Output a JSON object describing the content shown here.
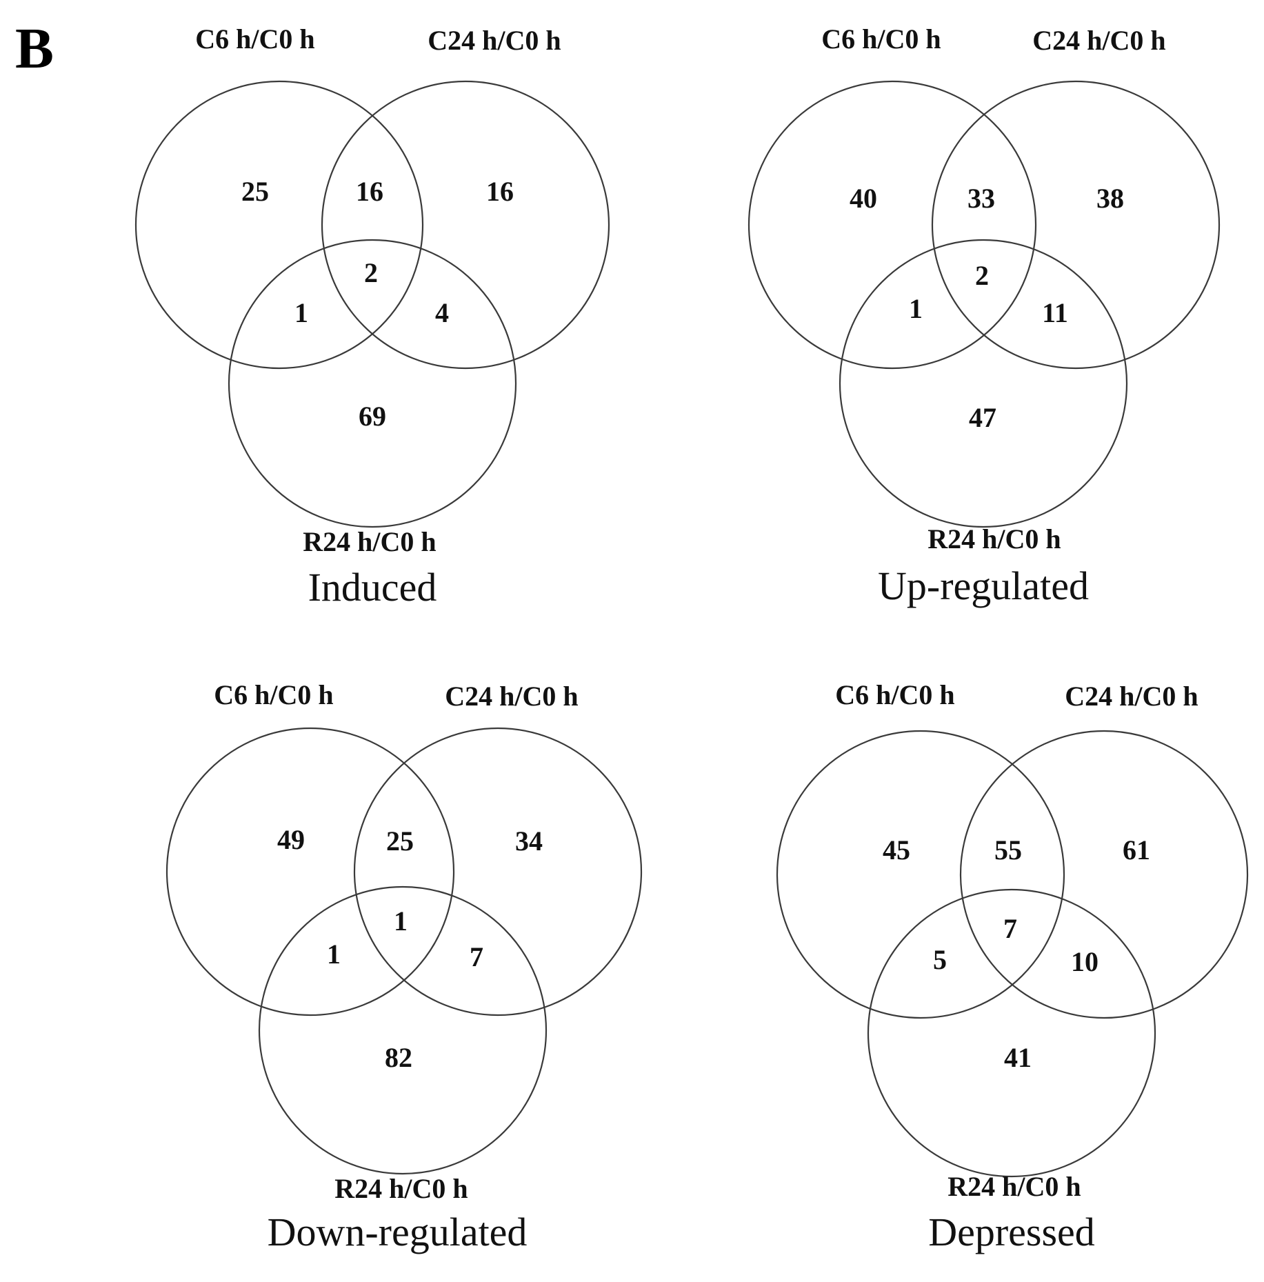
{
  "figure": {
    "panel_letter": "B"
  },
  "panels": [
    {
      "title": "Induced",
      "sets": [
        "C6 h/C0 h",
        "C24 h/C0 h",
        "R24 h/C0 h"
      ],
      "regions": {
        "only_a": "25",
        "ab": "16",
        "only_b": "16",
        "abc": "2",
        "ac": "1",
        "bc": "4",
        "only_c": "69"
      }
    },
    {
      "title": "Up-regulated",
      "sets": [
        "C6 h/C0 h",
        "C24 h/C0 h",
        "R24 h/C0 h"
      ],
      "regions": {
        "only_a": "40",
        "ab": "33",
        "only_b": "38",
        "abc": "2",
        "ac": "1",
        "bc": "11",
        "only_c": "47"
      }
    },
    {
      "title": "Down-regulated",
      "sets": [
        "C6 h/C0 h",
        "C24 h/C0 h",
        "R24 h/C0 h"
      ],
      "regions": {
        "only_a": "49",
        "ab": "25",
        "only_b": "34",
        "abc": "1",
        "ac": "1",
        "bc": "7",
        "only_c": "82"
      }
    },
    {
      "title": "Depressed",
      "sets": [
        "C6 h/C0 h",
        "C24 h/C0 h",
        "R24 h/C0 h"
      ],
      "regions": {
        "only_a": "45",
        "ab": "55",
        "only_b": "61",
        "abc": "7",
        "ac": "5",
        "bc": "10",
        "only_c": "41"
      }
    }
  ]
}
